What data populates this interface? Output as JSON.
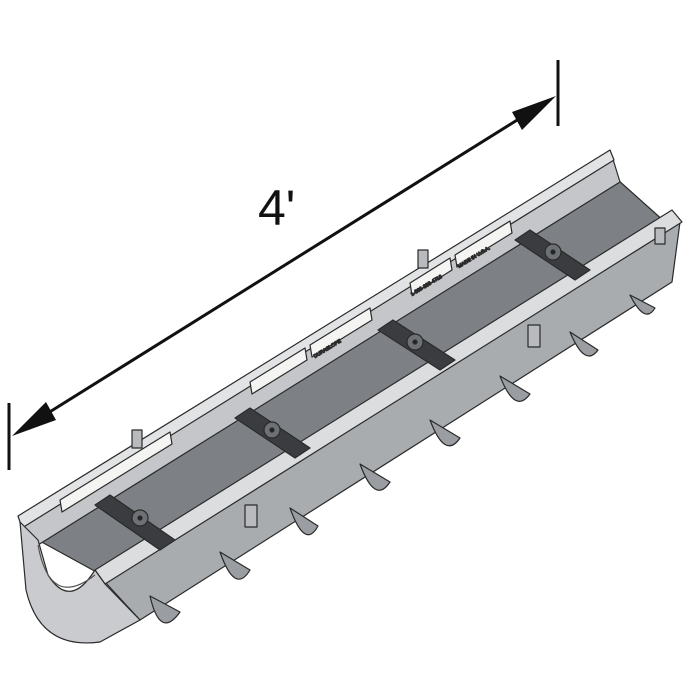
{
  "dimension": {
    "label": "4'"
  },
  "product_markings": [
    "DURASLOPE",
    "1-866-833-4716",
    "MADE IN U.S.A."
  ],
  "colors": {
    "line": "#111111",
    "channel_light": "#d4d6d8",
    "channel_mid": "#a9acaf",
    "channel_dark": "#7d8084",
    "brace": "#3a3c40",
    "strip": "#f4f4f2"
  }
}
